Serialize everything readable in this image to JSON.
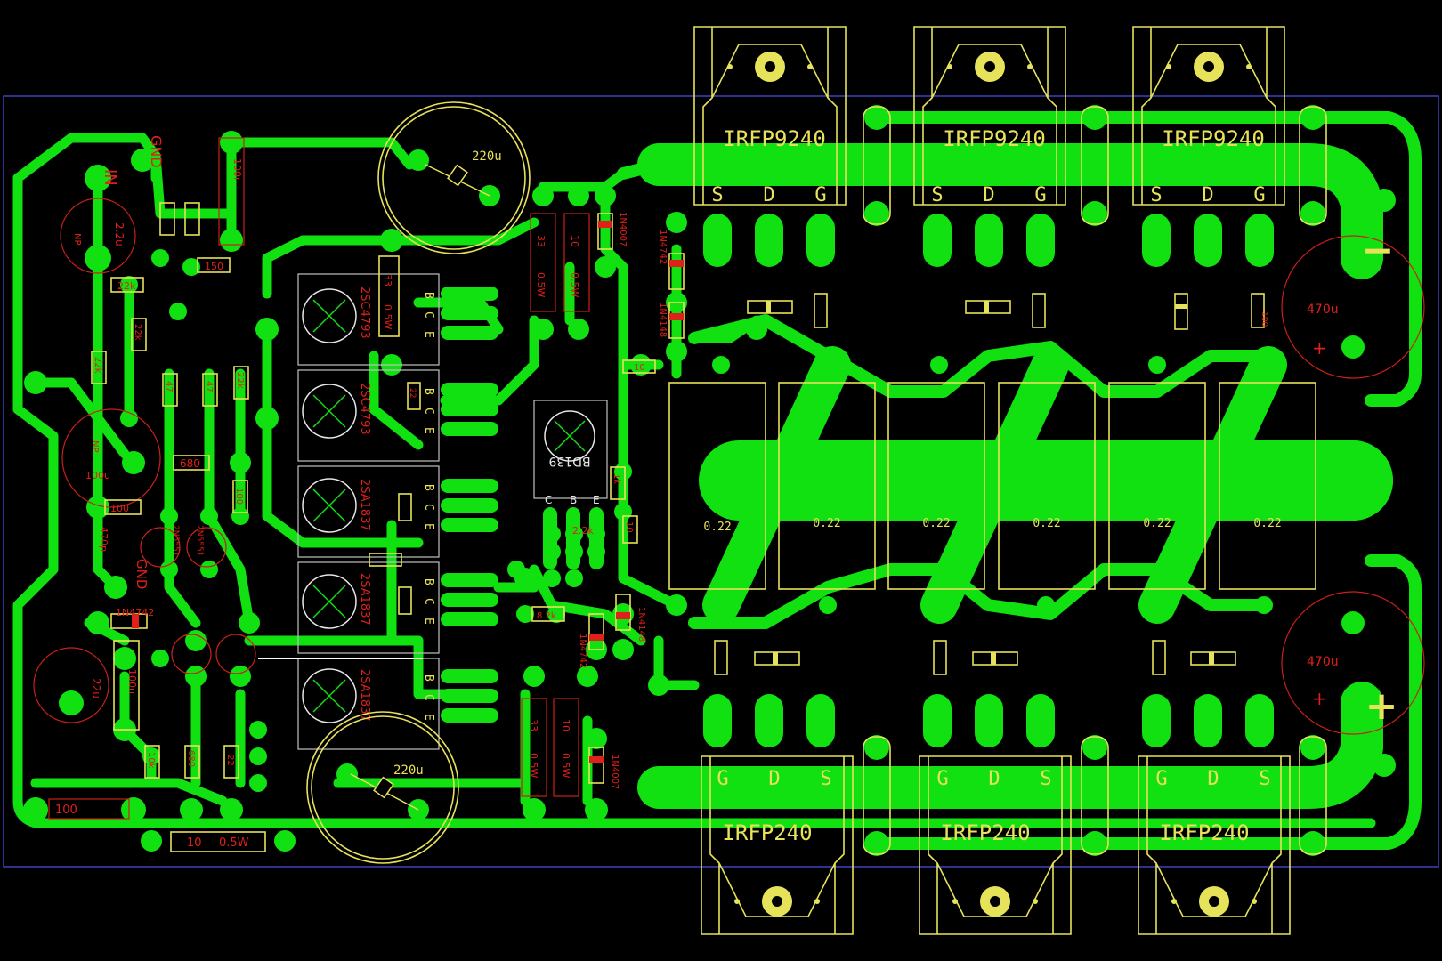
{
  "colors": {
    "background": "#000000",
    "copper": "#11e011",
    "silkscreen": "#e6e25a",
    "label_red": "#e0201a",
    "board_outline": "#4040c0"
  },
  "power_mosfets": {
    "top": [
      {
        "part": "IRFP9240",
        "pins": [
          "S",
          "D",
          "G"
        ]
      },
      {
        "part": "IRFP9240",
        "pins": [
          "S",
          "D",
          "G"
        ]
      },
      {
        "part": "IRFP9240",
        "pins": [
          "S",
          "D",
          "G"
        ]
      }
    ],
    "bottom": [
      {
        "part": "IRFP240",
        "pins": [
          "G",
          "D",
          "S"
        ]
      },
      {
        "part": "IRFP240",
        "pins": [
          "G",
          "D",
          "S"
        ]
      },
      {
        "part": "IRFP240",
        "pins": [
          "G",
          "D",
          "S"
        ]
      }
    ]
  },
  "power_caps": {
    "top": {
      "value": "470u",
      "sign": "−",
      "polarity_mark": "+"
    },
    "bottom": {
      "value": "470u",
      "sign": "+",
      "polarity_mark": "+"
    }
  },
  "emitter_resistors": [
    "0.22",
    "0.22",
    "0.22",
    "0.22",
    "0.22",
    "0.22"
  ],
  "driver_transistors": [
    {
      "part": "2SC4793",
      "pins": [
        "B",
        "C",
        "E"
      ]
    },
    {
      "part": "2SC4793",
      "pins": [
        "B",
        "C",
        "E"
      ]
    },
    {
      "part": "2SA1837",
      "pins": [
        "B",
        "C",
        "E"
      ]
    },
    {
      "part": "2SA1837",
      "pins": [
        "B",
        "C",
        "E"
      ]
    },
    {
      "part": "2SA1837",
      "pins": [
        "B",
        "C",
        "E"
      ]
    }
  ],
  "bias_transistor": {
    "part": "BD139",
    "pins": [
      "C",
      "B",
      "E"
    ]
  },
  "caps": {
    "c220_top": "220u",
    "c220_bottom": "220u",
    "c22": "22u",
    "c100_mid": "100u",
    "c2u2": "2.2u",
    "c470p": "470p",
    "c100n_a": "100n",
    "c100n_b": "100n",
    "c100_small": "100"
  },
  "labels": {
    "in": "IN",
    "gnd": "GND",
    "gnd2": "GND",
    "np": "NP",
    "np2": "NP"
  },
  "resistors": {
    "r33_top": "33",
    "r33_top_w": "0.5W",
    "r10_top": "10",
    "r10_top_w": "0.5W",
    "r33_bot": "33",
    "r33_bot_w": "0.5W",
    "r10_bot": "10",
    "r10_bot_w": "0.5W",
    "r10_main": "10",
    "r10_main_w": "0.5W",
    "r22k_a": "22k",
    "r22k_b": "22k",
    "r22k_c": "22k",
    "r22k_d": "22k",
    "r150": "150",
    "r680": "680",
    "r680_b": "680",
    "r47_a": "47",
    "r47_b": "47",
    "r2k2": "2.2k",
    "r1k": "1k",
    "r10k": "10k",
    "r100_v": "100",
    "r8k2": "8.2k",
    "r10_b": "10",
    "r100_mid": "100",
    "r33_bias": "33",
    "r22_small": "22",
    "r22_small_b": "22"
  },
  "diodes": {
    "d1": "1N4007",
    "d2": "1N4742",
    "d3": "1N4148",
    "d4": "1N4148",
    "d5": "1N4742",
    "d6": "1N4742",
    "d7": "1N4007",
    "d8": "2N5551",
    "d9": "2N5551"
  },
  "gate_resistor_label": "100"
}
